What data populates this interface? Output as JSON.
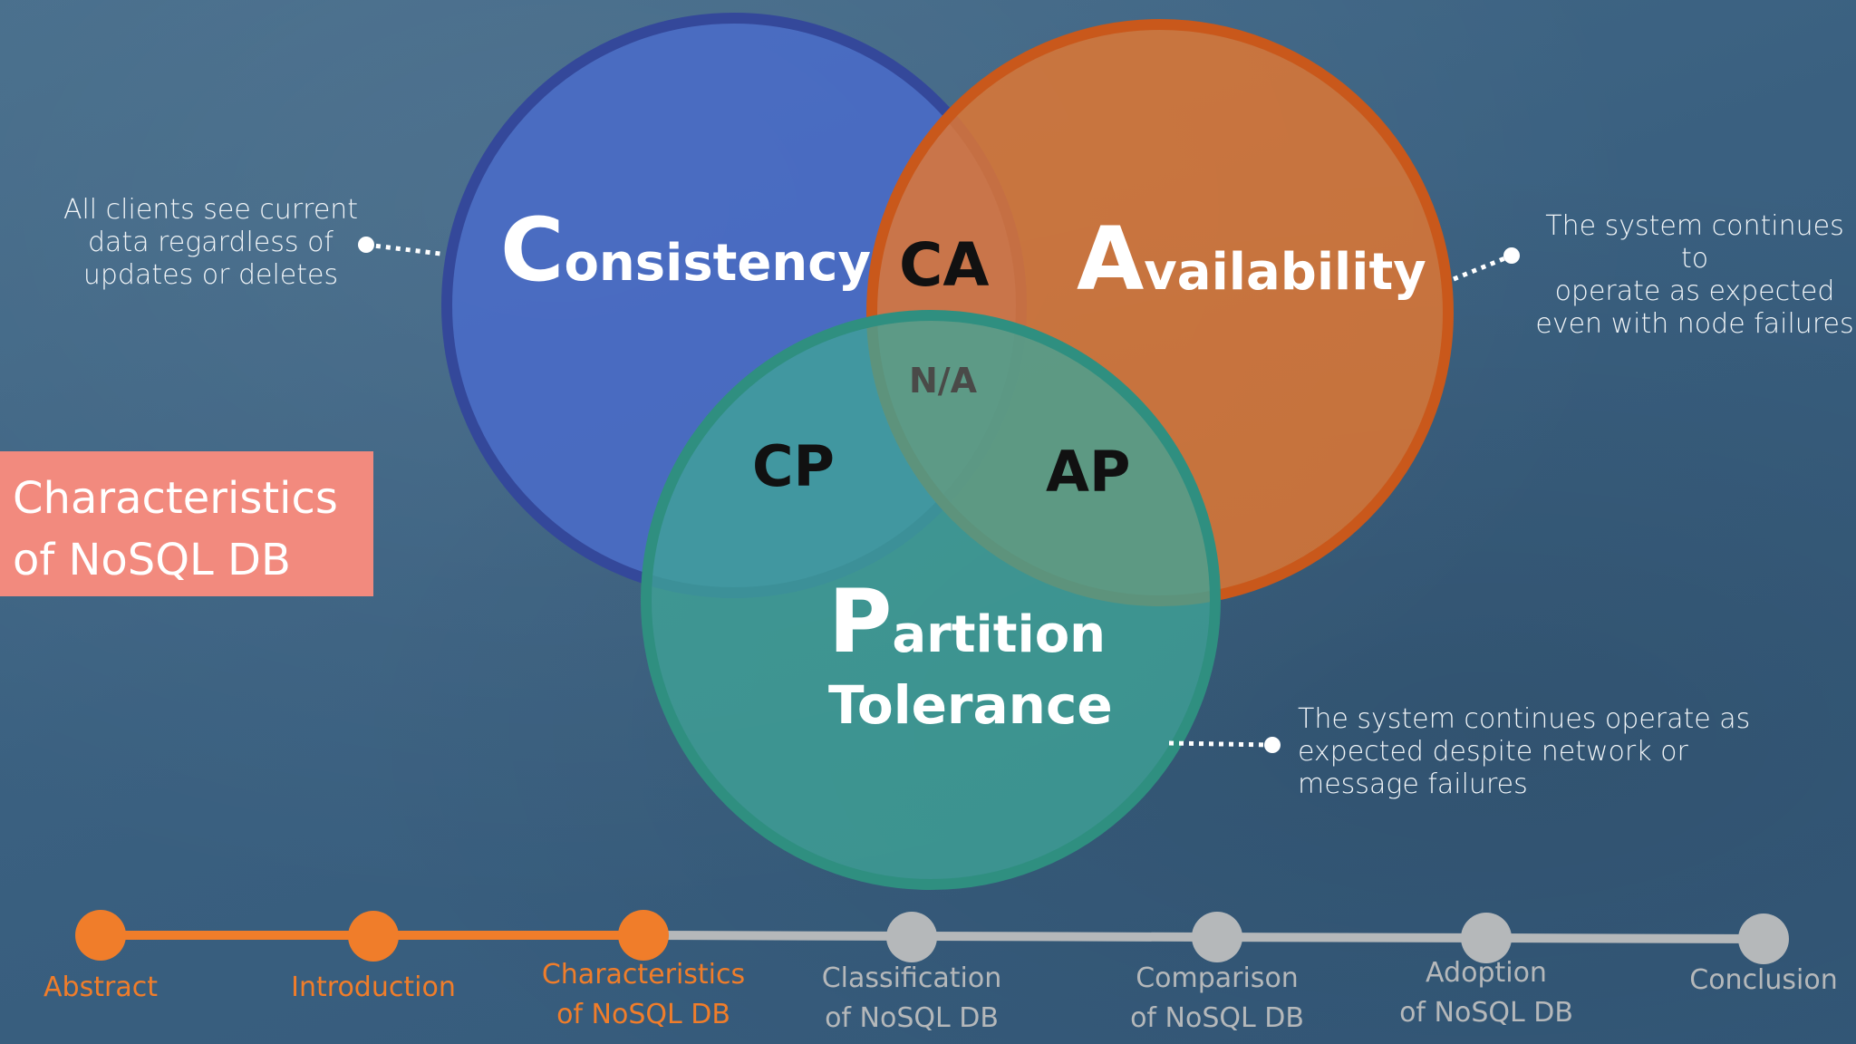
{
  "title": {
    "line1": "Characteristics",
    "line2": "of NoSQL DB"
  },
  "circles": {
    "consistency": {
      "initial": "C",
      "rest": "onsistency",
      "color": "#4a6bc5"
    },
    "availability": {
      "initial": "A",
      "rest": "vailability",
      "color": "#e57a35"
    },
    "partition": {
      "initial": "P",
      "rest": "artition",
      "line2": "Tolerance",
      "color": "#3fa497"
    }
  },
  "zones": {
    "ca": "CA",
    "cp": "CP",
    "ap": "AP",
    "na": "N/A"
  },
  "descriptions": {
    "consistency": [
      "All clients see current",
      "data regardless of",
      "updates or deletes"
    ],
    "availability": [
      "The system continues to",
      "operate as expected",
      "even with node failures"
    ],
    "partition": [
      "The system continues operate as",
      "expected despite network or",
      "message failures"
    ]
  },
  "timeline": {
    "active_color": "#f07d2a",
    "inactive_color": "#b5b8ba",
    "steps": [
      {
        "line1": "Abstract",
        "line2": "",
        "state": "done"
      },
      {
        "line1": "Introduction",
        "line2": "",
        "state": "done"
      },
      {
        "line1": "Characteristics",
        "line2": "of NoSQL DB",
        "state": "current"
      },
      {
        "line1": "Classification",
        "line2": "of NoSQL DB",
        "state": "todo"
      },
      {
        "line1": "Comparison",
        "line2": "of NoSQL DB",
        "state": "todo"
      },
      {
        "line1": "Adoption",
        "line2": "of NoSQL DB",
        "state": "todo"
      },
      {
        "line1": "Conclusion",
        "line2": "",
        "state": "todo"
      }
    ]
  }
}
